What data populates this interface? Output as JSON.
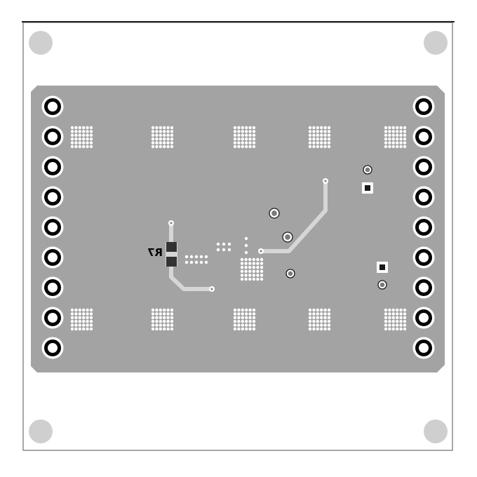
{
  "board": {
    "silkscreen_label": "R7",
    "label_mirrored": true,
    "colors": {
      "background": "#ffffff",
      "board_outline": "#6e6e6e",
      "top_edge": "#222222",
      "mounting_hole": "#cfcfcf",
      "copper_pour": "#a3a3a3",
      "trace": "#d6d6d6",
      "pad_ring": "#ffffff",
      "pad_center": "#000000",
      "via": "#ffffff",
      "via_center": "#8a8a8a",
      "component_body": "#333333"
    },
    "connector_pins_per_side": 9,
    "via_grid": {
      "rows": 6,
      "cols": 6
    }
  }
}
